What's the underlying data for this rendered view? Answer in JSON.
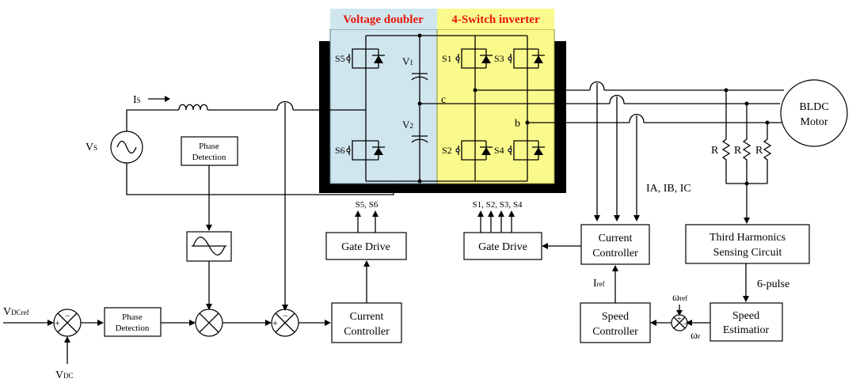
{
  "sections": {
    "voltage_doubler": "Voltage doubler",
    "inverter": "4-Switch inverter"
  },
  "blocks": {
    "phase_detection_upper": [
      "Phase",
      "Detection"
    ],
    "phase_detection_lower": [
      "Phase",
      "Detection"
    ],
    "gate_drive_left": "Gate Drive",
    "gate_drive_right": "Gate Drive",
    "current_controller_left": [
      "Current",
      "Controller"
    ],
    "current_controller_right": [
      "Current",
      "Controller"
    ],
    "third_harmonics": [
      "Third Harmonics",
      "Sensing Circuit"
    ],
    "speed_controller": [
      "Speed",
      "Controller"
    ],
    "speed_estimator": [
      "Speed",
      "Estimatior"
    ],
    "motor": [
      "BLDC",
      "Motor"
    ]
  },
  "labels": {
    "is_main": "I",
    "is_sub": "S",
    "vs_main": "V",
    "vs_sub": "S",
    "vdcref_main": "V",
    "vdcref_sub": "DCref",
    "vdc_main": "V",
    "vdc_sub": "DC",
    "v1_main": "V",
    "v1_sub": "1",
    "v2_main": "V",
    "v2_sub": "2",
    "node_c": "c",
    "node_b": "b",
    "currents": "IA, IB, IC",
    "iref_main": "I",
    "iref_sub": "ref",
    "wref_main": "ω",
    "wref_sub": "ref",
    "wr_main": "ω",
    "wr_sub": "r",
    "six_pulse": "6-pulse",
    "resistor": "R",
    "gate_s56": "S5, S6",
    "gate_s1234": "S1, S2, S3, S4"
  },
  "switches": {
    "s5": "S5",
    "s6": "S6",
    "s1": "S1",
    "s2": "S2",
    "s3": "S3",
    "s4": "S4"
  },
  "colors": {
    "doubler_fill": "#cfe6ee",
    "inverter_fill": "#fafa8c",
    "title_red": "#e8160c",
    "dark_block": "#000000"
  }
}
